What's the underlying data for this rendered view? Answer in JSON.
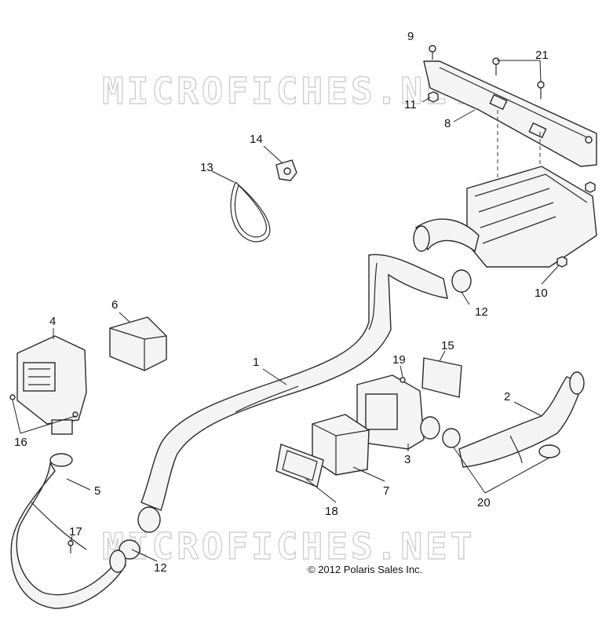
{
  "watermark": {
    "top": "MICROFICHES.NET",
    "bottom": "MICROFICHES.NET"
  },
  "copyright": "© 2012 Polaris Sales Inc.",
  "callouts": {
    "c1": "1",
    "c2": "2",
    "c3": "3",
    "c4": "4",
    "c5": "5",
    "c6": "6",
    "c7": "7",
    "c8": "8",
    "c9": "9",
    "c10": "10",
    "c11": "11",
    "c12a": "12",
    "c12b": "12",
    "c13": "13",
    "c14": "14",
    "c15": "15",
    "c16": "16",
    "c17": "17",
    "c18": "18",
    "c19": "19",
    "c20": "20",
    "c21": "21"
  }
}
